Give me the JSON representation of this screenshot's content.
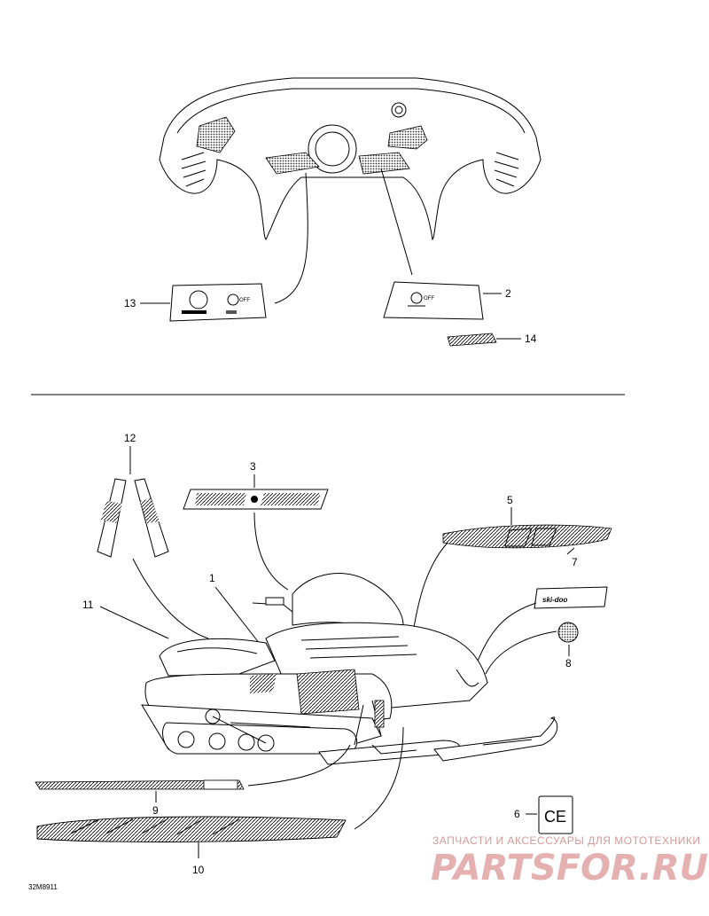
{
  "callouts": {
    "c1": "1",
    "c2": "2",
    "c3": "3",
    "c5": "5",
    "c6": "6",
    "c7": "7",
    "c8": "8",
    "c9": "9",
    "c10": "10",
    "c11": "11",
    "c12": "12",
    "c13": "13",
    "c14": "14"
  },
  "decal_text": {
    "off_left": "OFF",
    "off_right": "OFF",
    "brand": "ski-doo",
    "ce_mark": "CE"
  },
  "figure_code": "32M8911",
  "watermark": {
    "line1": "ЗАПЧАСТИ И АКСЕССУАРЫ ДЛЯ МОТОТЕХНИКИ",
    "line2": "PARTSFOR.RU"
  }
}
